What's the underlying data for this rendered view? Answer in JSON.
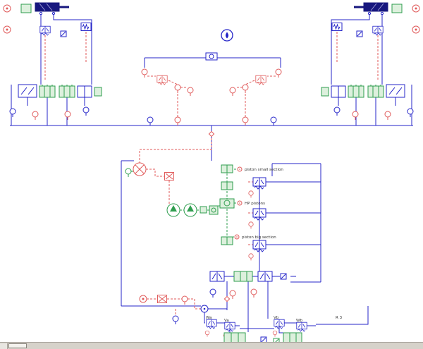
{
  "colors": {
    "line_blue": "#2424c8",
    "line_red": "#e05a5a",
    "line_green": "#2f9e4f",
    "component_navy": "#17177e",
    "manifold_fill": "#ddf0dd",
    "taskbar_grey": "#d6d2ca"
  },
  "labels": {
    "piston_small_section": "piston small section",
    "hp_pistons": "HP pistons",
    "piston_big_section": "piston big section",
    "valve_wa": "Wa",
    "valve_va": "Va",
    "valve_vb": "Vb",
    "valve_wb": "Wb",
    "node_r3": "R 3"
  },
  "components": [
    "hydraulic-cylinder-left",
    "hydraulic-cylinder-right",
    "rotary-source-left-top",
    "rotary-source-left-mid",
    "rotary-source-right-top",
    "rotary-source-right-mid",
    "relief-valve-left",
    "relief-valve-right",
    "damper-left",
    "damper-right",
    "fluid-properties-indicator",
    "center-orifice",
    "pilot-gauge-cluster-left",
    "pilot-gauge-cluster-right",
    "manifold-left",
    "manifold-right",
    "compressor",
    "red-x-component",
    "main-pump",
    "secondary-pump",
    "piston-small-section-component",
    "hp-piston-component",
    "piston-big-section-component",
    "stack-valve-a",
    "stack-valve-b",
    "stack-valve-c",
    "lower-valve-a",
    "lower-manifold",
    "lower-valve-b",
    "valve-Wa",
    "valve-Va",
    "valve-Vb",
    "valve-Wb",
    "bottom-manifold-a",
    "bottom-manifold-b"
  ]
}
